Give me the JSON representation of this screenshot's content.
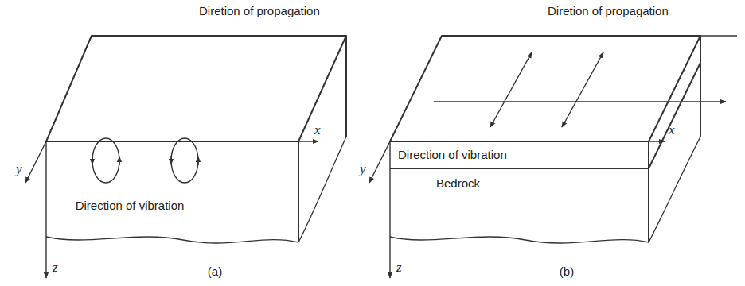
{
  "diagram": {
    "labels": [
      "Diretion of propagation",
      "x",
      "y",
      "z",
      "Direction of vibration",
      "(a)",
      "Diretion of propagation",
      "Direction of vibration",
      "Bedrock",
      "x",
      "y",
      "z",
      "(b)"
    ]
  }
}
